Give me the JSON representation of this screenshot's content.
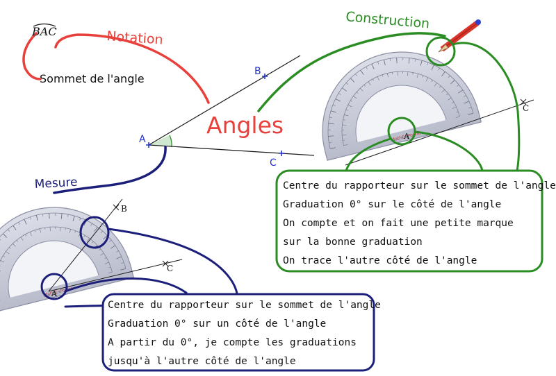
{
  "title": "Angles",
  "notation": {
    "label": "Notation",
    "symbol": "BAC",
    "sommet": "Sommet de l'angle"
  },
  "construction": {
    "label": "Construction",
    "lines": [
      "Centre du rapporteur sur le sommet de l'angle",
      "Graduation 0° sur le côté de l'angle",
      "On compte et on fait une petite marque",
      "sur la bonne graduation",
      "On trace l'autre côté de l'angle"
    ]
  },
  "mesure": {
    "label": "Mesure",
    "lines": [
      "Centre du rapporteur sur le sommet de l'angle",
      "Graduation 0° sur un côté de l'angle",
      "A partir du 0°, je compte les graduations",
      "jusqu'à l'autre côté de l'angle"
    ]
  },
  "points": {
    "a": "A",
    "b": "B",
    "c": "C"
  },
  "protractor_brand": "MathEnPoche",
  "colors": {
    "notation": "#e8403a",
    "construction": "#2a8c22",
    "mesure": "#1c1f7a",
    "figure": "#1a1a1a",
    "point": "#2233cc",
    "angle_fill": "#cfe8cf",
    "protractor": "#cdd0dc",
    "pencil": "#d9352a"
  }
}
